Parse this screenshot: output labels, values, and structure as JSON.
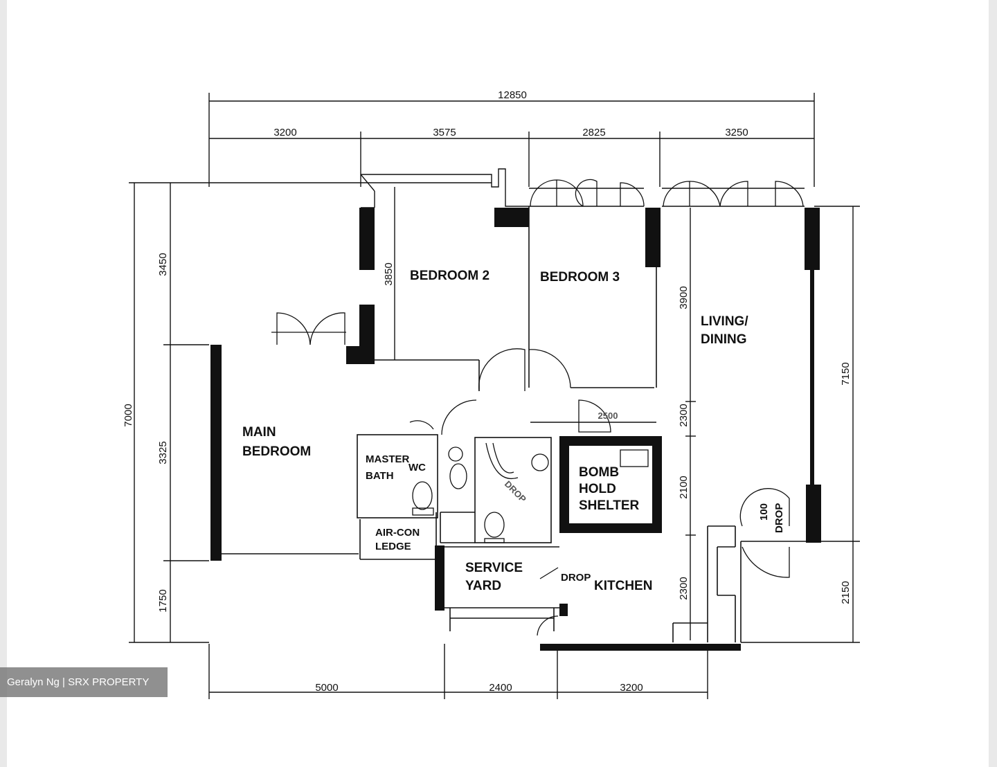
{
  "colors": {
    "ink": "#111111",
    "paper": "#ffffff",
    "background": "#e9e9e9"
  },
  "dimensions": {
    "overall_width": "12850",
    "top": [
      "3200",
      "3575",
      "2825",
      "3250"
    ],
    "bottom": [
      "5000",
      "2400",
      "3200"
    ],
    "left_overall": "7000",
    "left": [
      "3450",
      "3325",
      "1750"
    ],
    "right": [
      "7150",
      "2150"
    ],
    "internal": {
      "bedroom2": "3850",
      "living": "3900",
      "corridor": "2300",
      "bomb": "2100",
      "kitchen": "2300",
      "corridor_h": "2500"
    }
  },
  "rooms": {
    "bedroom2": "BEDROOM 2",
    "bedroom3": "BEDROOM 3",
    "living_1": "LIVING/",
    "living_2": "DINING",
    "master_1": "MAIN",
    "master_2": "BEDROOM",
    "bath_1": "MASTER",
    "bath_2": "BATH",
    "bath_3": "WC",
    "aircon_1": "AIR-CON",
    "aircon_2": "LEDGE",
    "shelter_1": "BOMB",
    "shelter_2": "HOLD",
    "shelter_3": "SHELTER",
    "service_1": "SERVICE",
    "service_2": "YARD",
    "kitchen": "KITCHEN",
    "drop": "DROP",
    "drop_wc": "DROP",
    "drop_entry_1": "100",
    "drop_entry_2": "DROP"
  },
  "watermark": "Geralyn Ng | SRX PROPERTY"
}
